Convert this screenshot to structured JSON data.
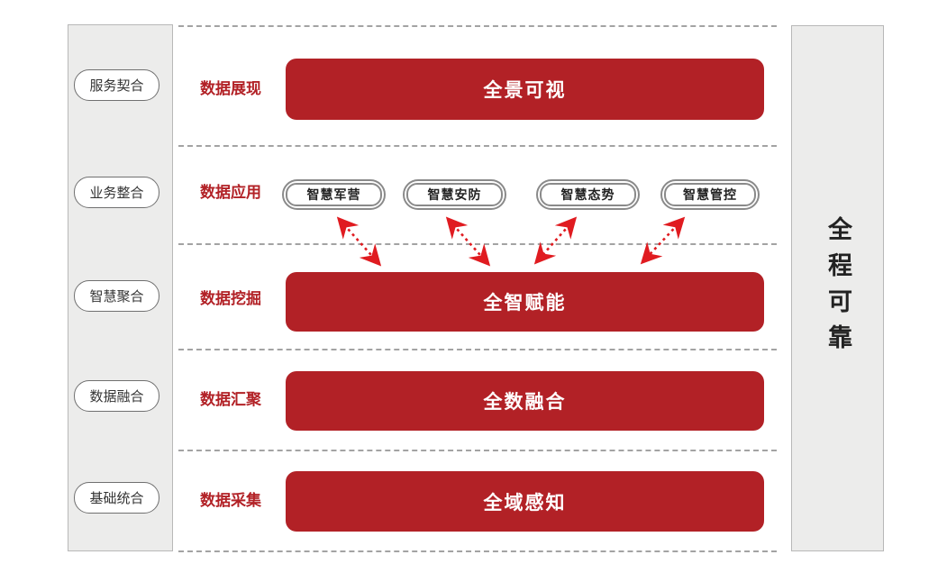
{
  "diagram": {
    "title_semantics": "data-platform-layer-architecture",
    "left_rail": {
      "items": [
        "服务契合",
        "业务整合",
        "智慧聚合",
        "数据融合",
        "基础统合"
      ]
    },
    "right_rail": {
      "label": "全程可靠"
    },
    "layers": [
      {
        "label": "数据展现",
        "bar": "全景可视"
      },
      {
        "label": "数据应用",
        "apps": [
          "智慧军营",
          "智慧安防",
          "智慧态势",
          "智慧管控"
        ]
      },
      {
        "label": "数据挖掘",
        "bar": "全智赋能"
      },
      {
        "label": "数据汇聚",
        "bar": "全数融合"
      },
      {
        "label": "数据采集",
        "bar": "全域感知"
      }
    ],
    "colors": {
      "bar_red": "#b22126",
      "label_red": "#b22126",
      "arrow_red": "#e01b20",
      "rail_bg": "#ececeb",
      "rail_border": "#b8b8b8",
      "dotted_line": "#a3a3a3"
    }
  }
}
